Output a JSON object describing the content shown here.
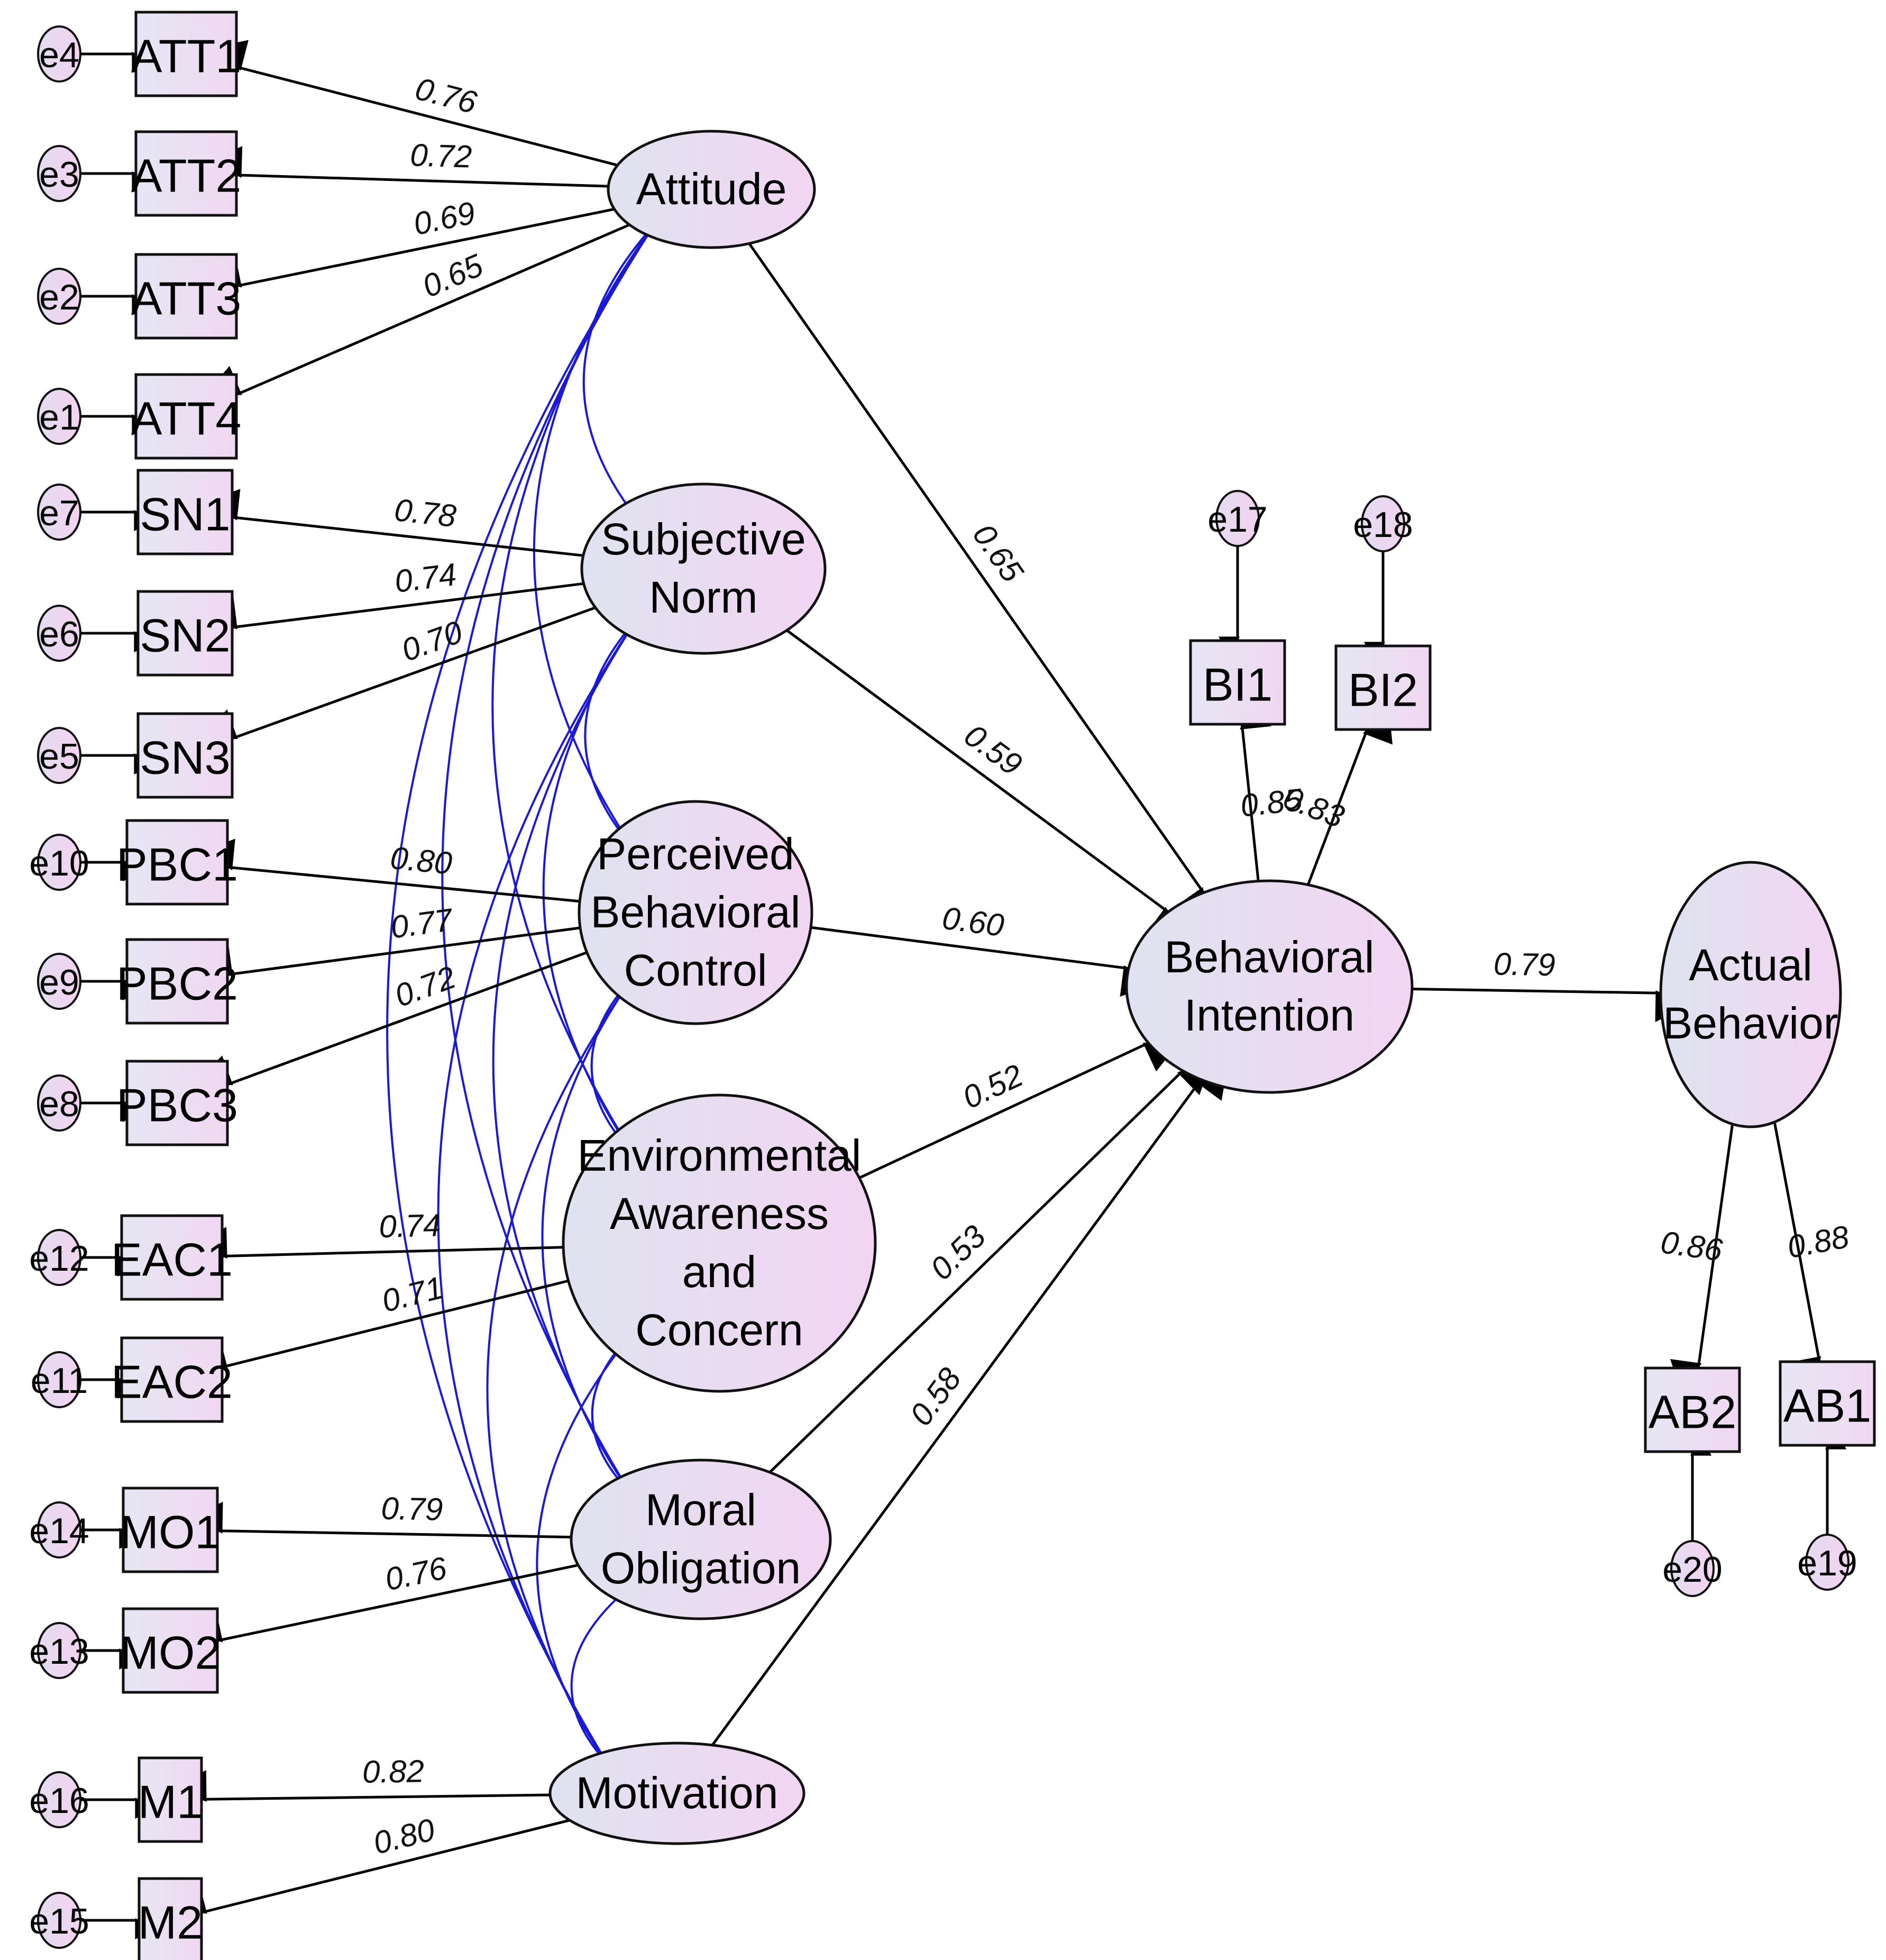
{
  "colors": {
    "box_fill_a": "#e6e6f3",
    "box_fill_b": "#f0d8f2",
    "latent_fill_a": "#dfe3f0",
    "latent_fill_b": "#f2d5f2",
    "path": "#000000",
    "covariance": "#1a1ad6",
    "covariance_head": "#00008b"
  },
  "latents": [
    {
      "id": "ATT",
      "lines": [
        "Attitude"
      ]
    },
    {
      "id": "SN",
      "lines": [
        "Subjective",
        "Norm"
      ]
    },
    {
      "id": "PBC",
      "lines": [
        "Perceived",
        "Behavioral",
        "Control"
      ]
    },
    {
      "id": "EAC",
      "lines": [
        "Environmental",
        "Awareness",
        "and",
        "Concern"
      ]
    },
    {
      "id": "MO",
      "lines": [
        "Moral",
        "Obligation"
      ]
    },
    {
      "id": "MOT",
      "lines": [
        "Motivation"
      ]
    },
    {
      "id": "BI",
      "lines": [
        "Behavioral",
        "Intention"
      ]
    },
    {
      "id": "AB",
      "lines": [
        "Actual",
        "Behavior"
      ]
    }
  ],
  "indicators": [
    {
      "label": "ATT1",
      "error": "e4",
      "latent": "ATT",
      "loading": "0.76"
    },
    {
      "label": "ATT2",
      "error": "e3",
      "latent": "ATT",
      "loading": "0.72"
    },
    {
      "label": "ATT3",
      "error": "e2",
      "latent": "ATT",
      "loading": "0.69"
    },
    {
      "label": "ATT4",
      "error": "e1",
      "latent": "ATT",
      "loading": "0.65"
    },
    {
      "label": "SN1",
      "error": "e7",
      "latent": "SN",
      "loading": "0.78"
    },
    {
      "label": "SN2",
      "error": "e6",
      "latent": "SN",
      "loading": "0.74"
    },
    {
      "label": "SN3",
      "error": "e5",
      "latent": "SN",
      "loading": "0.70"
    },
    {
      "label": "PBC1",
      "error": "e10",
      "latent": "PBC",
      "loading": "0.80"
    },
    {
      "label": "PBC2",
      "error": "e9",
      "latent": "PBC",
      "loading": "0.77"
    },
    {
      "label": "PBC3",
      "error": "e8",
      "latent": "PBC",
      "loading": "0.72"
    },
    {
      "label": "EAC1",
      "error": "e12",
      "latent": "EAC",
      "loading": "0.74"
    },
    {
      "label": "EAC2",
      "error": "e11",
      "latent": "EAC",
      "loading": "0.71"
    },
    {
      "label": "MO1",
      "error": "e14",
      "latent": "MO",
      "loading": "0.79"
    },
    {
      "label": "MO2",
      "error": "e13",
      "latent": "MO",
      "loading": "0.76"
    },
    {
      "label": "M1",
      "error": "e16",
      "latent": "MOT",
      "loading": "0.82"
    },
    {
      "label": "M2",
      "error": "e15",
      "latent": "MOT",
      "loading": "0.80"
    },
    {
      "label": "BI1",
      "error": "e17",
      "latent": "BI",
      "loading": "0.85"
    },
    {
      "label": "BI2",
      "error": "e18",
      "latent": "BI",
      "loading": "0.83"
    },
    {
      "label": "AB2",
      "error": "e20",
      "latent": "AB",
      "loading": "0.86"
    },
    {
      "label": "AB1",
      "error": "e19",
      "latent": "AB",
      "loading": "0.88"
    }
  ],
  "structural_paths": [
    {
      "from": "ATT",
      "to": "BI",
      "coef": "0.65"
    },
    {
      "from": "SN",
      "to": "BI",
      "coef": "0.59"
    },
    {
      "from": "PBC",
      "to": "BI",
      "coef": "0.60"
    },
    {
      "from": "EAC",
      "to": "BI",
      "coef": "0.52"
    },
    {
      "from": "MO",
      "to": "BI",
      "coef": "0.53"
    },
    {
      "from": "MOT",
      "to": "BI",
      "coef": "0.58"
    },
    {
      "from": "BI",
      "to": "AB",
      "coef": "0.79"
    }
  ],
  "covariances": [
    [
      "ATT",
      "SN"
    ],
    [
      "ATT",
      "PBC"
    ],
    [
      "ATT",
      "EAC"
    ],
    [
      "ATT",
      "MO"
    ],
    [
      "ATT",
      "MOT"
    ],
    [
      "SN",
      "PBC"
    ],
    [
      "SN",
      "EAC"
    ],
    [
      "SN",
      "MO"
    ],
    [
      "SN",
      "MOT"
    ],
    [
      "PBC",
      "EAC"
    ],
    [
      "PBC",
      "MO"
    ],
    [
      "PBC",
      "MOT"
    ],
    [
      "EAC",
      "MO"
    ],
    [
      "EAC",
      "MOT"
    ],
    [
      "MO",
      "MOT"
    ]
  ]
}
